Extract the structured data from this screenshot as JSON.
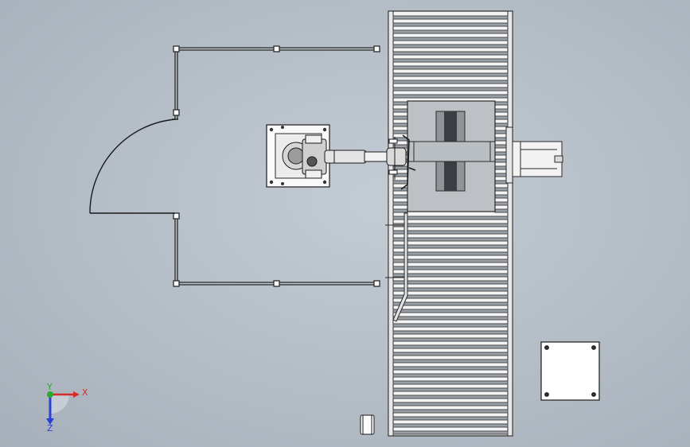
{
  "viewport": {
    "background": "#b8c1ca",
    "line_color": "#1a1a1a",
    "fill_color": "#ffffff"
  },
  "triad": {
    "x_label": "X",
    "y_label": "Y",
    "z_label": "Z",
    "x_color": "#d42a2a",
    "y_color": "#2fa82f",
    "z_color": "#2a3fd4"
  },
  "model": {
    "components": [
      "safety-fence",
      "fence-door",
      "robot-base",
      "robot-arm",
      "roller-conveyor",
      "workpiece-pallet",
      "side-fixture",
      "control-cabinet",
      "small-part"
    ]
  }
}
